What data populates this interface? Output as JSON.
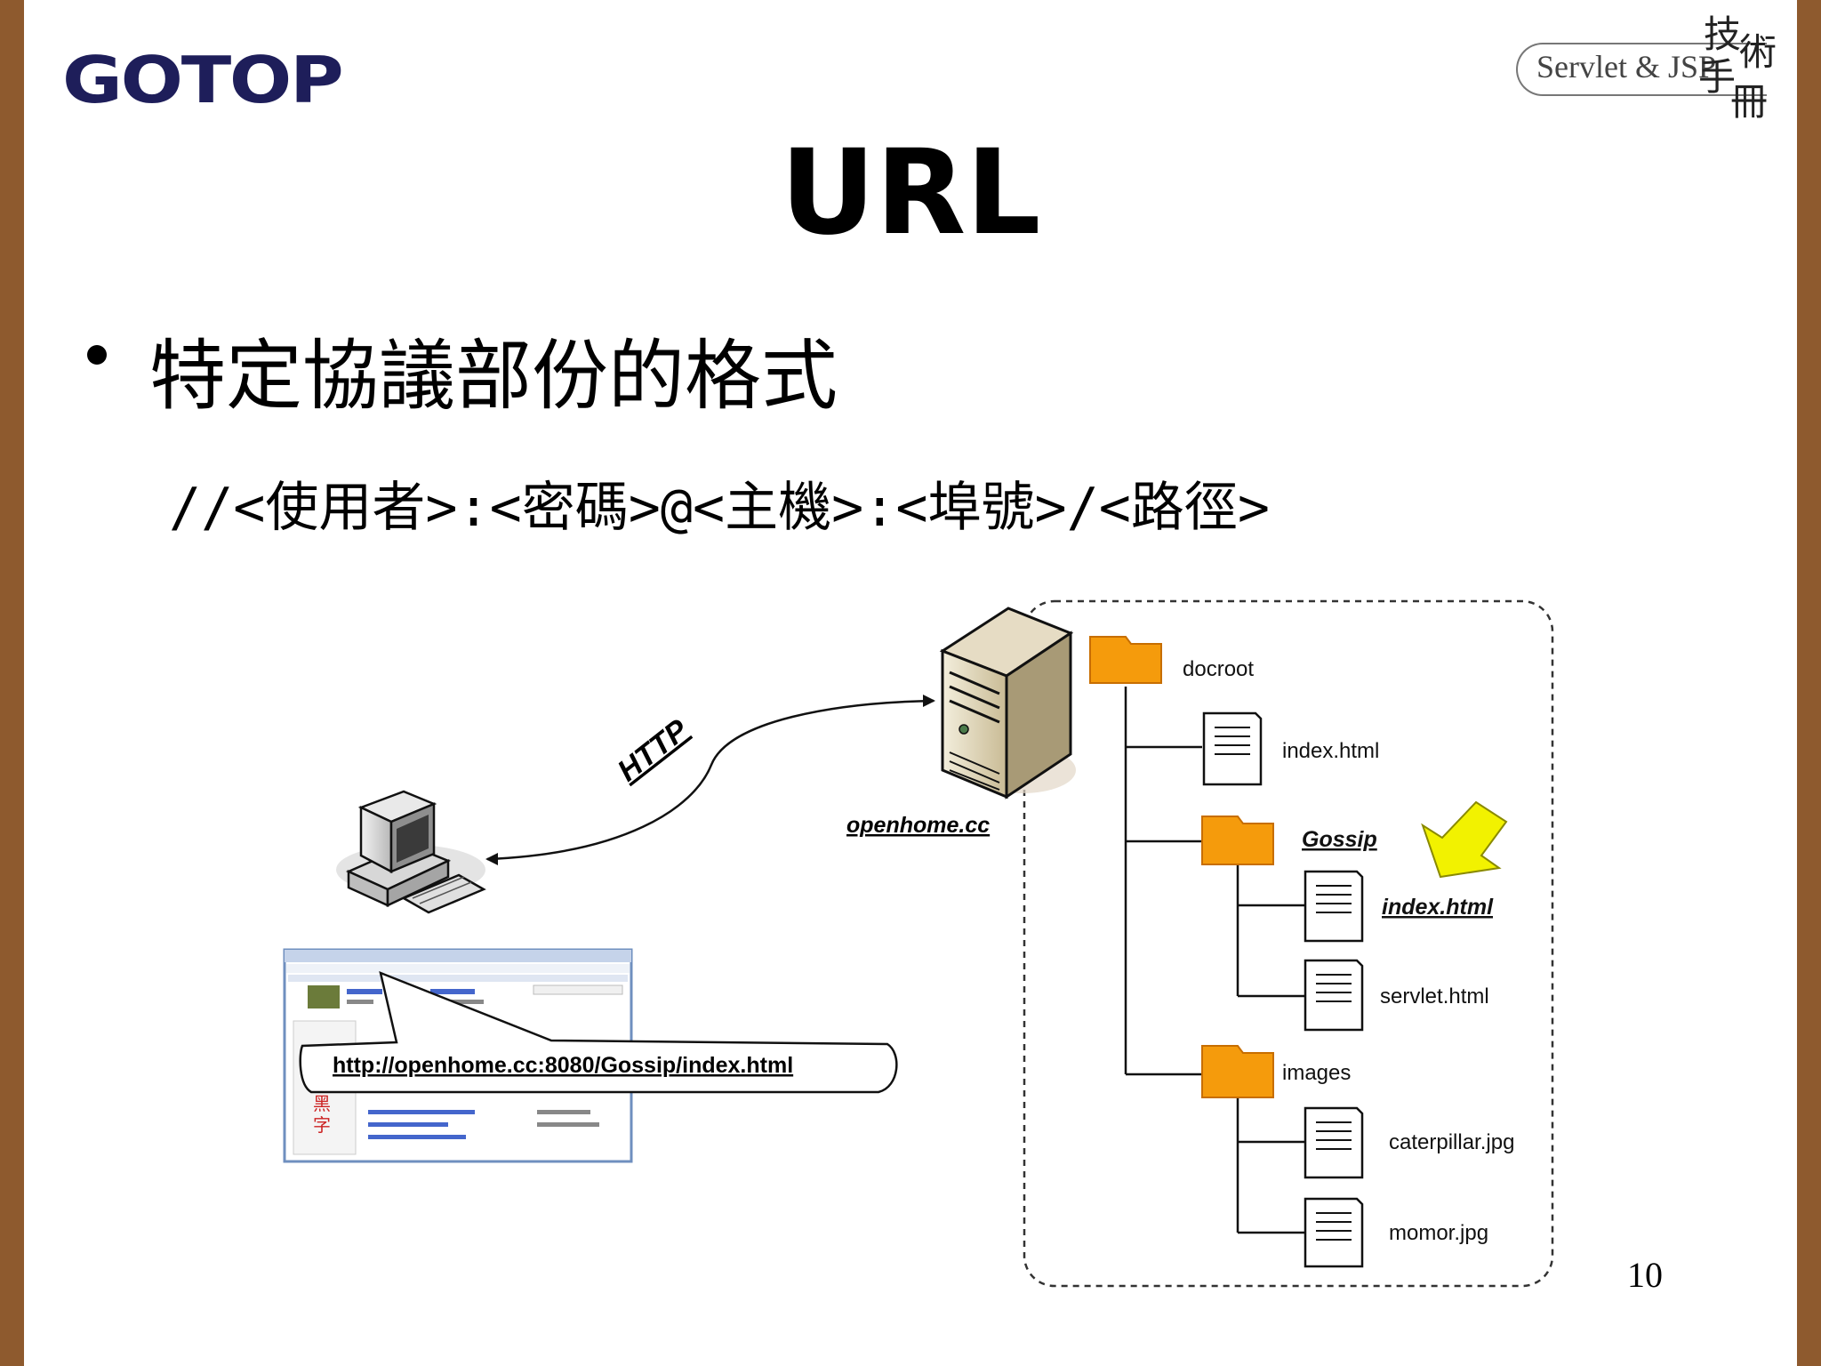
{
  "brand": {
    "logo_text": "GOTOP",
    "badge_label": "Servlet & JSP",
    "badge_calligraphy": [
      "技",
      "術",
      "手",
      "冊"
    ]
  },
  "slide": {
    "title": "URL",
    "bullet": "特定協議部份的格式",
    "format_line": "//<使用者>:<密碼>@<主機>:<埠號>/<路徑>",
    "page_number": "10"
  },
  "diagram": {
    "protocol_label": "HTTP",
    "server_label": "openhome.cc",
    "callout_url": "http://openhome.cc:8080/Gossip/index.html",
    "tree": {
      "root": "docroot",
      "root_file": "index.html",
      "folder_gossip": "Gossip",
      "gossip_files": [
        "index.html",
        "servlet.html"
      ],
      "folder_images": "images",
      "images_files": [
        "caterpillar.jpg",
        "momor.jpg"
      ]
    },
    "colors": {
      "folder": "#f59b0c",
      "arrow": "#f2f200",
      "frame": "#8e5a2e"
    }
  }
}
